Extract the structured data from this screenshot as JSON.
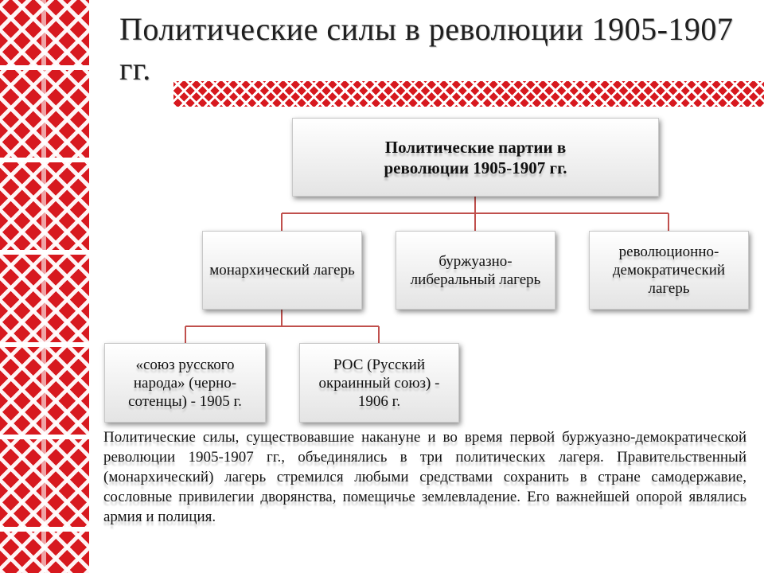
{
  "slide": {
    "title": "Политические силы в революции 1905-1907 гг.",
    "body": "Политические силы, существовавшие накануне и во время первой буржуазно-демократической революции 1905-1907 гг., объединялись в три политических лагеря. Правительственный (монархический) лагерь стремился любыми средствами сохранить в стране самодержавие, сословные привилегии дворянства, помещичье землевладение. Его важнейшей опорой являлись армия и полиция."
  },
  "diagram": {
    "root": "Политические партии в революции 1905-1907 гг.",
    "camps": {
      "monarchist": "монархический лагерь",
      "liberal": "буржуазно-либеральный лагерь",
      "revolutionary": "революционно-демократический лагерь"
    },
    "parties": {
      "srn": "«союз русского народа» (черно-сотенцы) - 1905 г.",
      "ros": "РОС (Русский окраинный союз) - 1906 г."
    },
    "connector_color": "#c0504d"
  },
  "theme": {
    "ornament_red": "#d7191f"
  }
}
